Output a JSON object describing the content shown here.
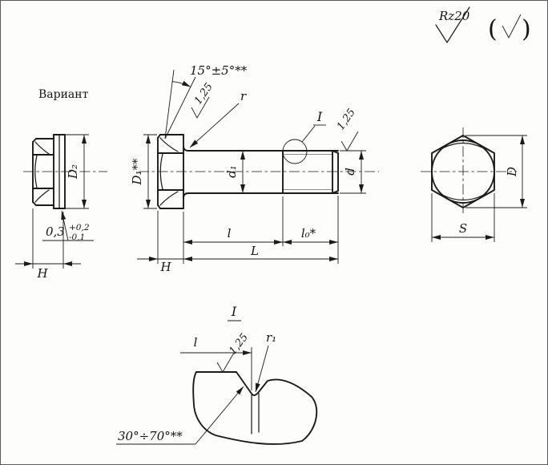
{
  "corner": {
    "rz_value": "Rz20",
    "paren_open": "(",
    "paren_close": ")"
  },
  "variant": {
    "label": "Вариант",
    "d2": "D₂",
    "tol_base": "0,3",
    "tol_upper": "+0,2",
    "tol_lower": "-0,1",
    "h": "H"
  },
  "main": {
    "chamfer_angle": "15°±5°**",
    "ra_head": "1,25",
    "fillet_r": "r",
    "detail_ref": "I",
    "ra_end": "1,25",
    "d1": "d₁",
    "d": "d",
    "big_d1": "D₁**",
    "h": "H",
    "l": "l",
    "l0": "l₀*",
    "big_l": "L"
  },
  "end_view": {
    "big_d": "D",
    "s": "S"
  },
  "detail": {
    "title": "I",
    "l": "l",
    "ra": "1,25",
    "r1": "r₁",
    "runout_angle": "30°÷70°**"
  }
}
